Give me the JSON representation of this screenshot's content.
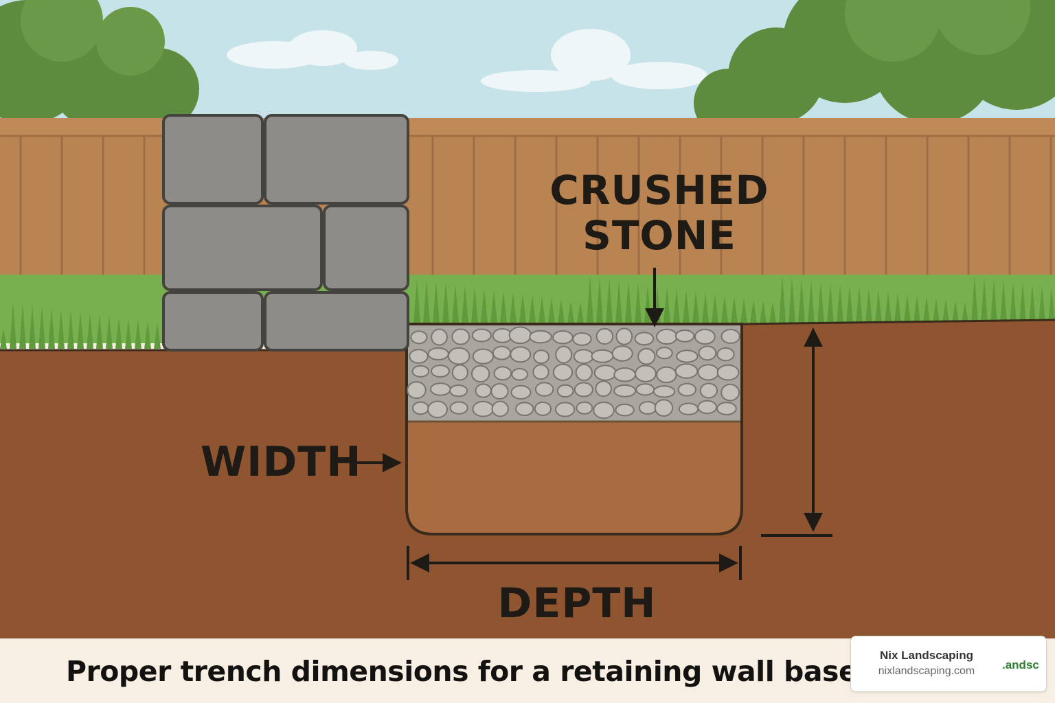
{
  "labels": {
    "crushed_stone": "CRUSHED\nSTONE",
    "width": "WIDTH",
    "depth": "DEPTH"
  },
  "caption": "Proper trench dimensions for a retaining wall base",
  "brand": {
    "name": "Nix Landscaping",
    "url": "nixlandscaping.com",
    "logo_text": ".andsc"
  },
  "colors": {
    "sky": "#c7e3ea",
    "fence": "#b98352",
    "grass": "#79b04f",
    "soil": "#8e5530",
    "trench_fill": "#a86c40",
    "gravel": "#a9a6a0",
    "block": "#8e8c87",
    "ink": "#1e1a16",
    "caption_bg": "#f7efe3",
    "brand_green": "#2e7d32"
  }
}
